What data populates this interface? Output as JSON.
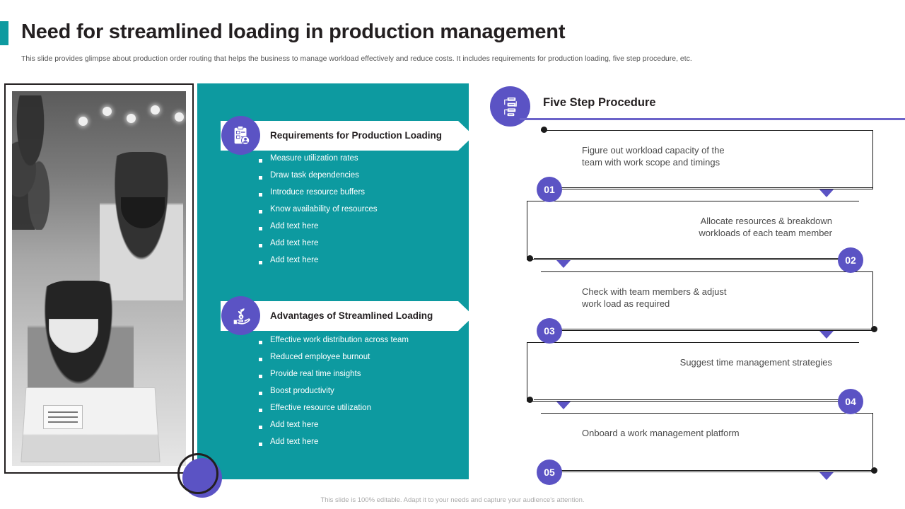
{
  "header": {
    "title": "Need for streamlined loading in production management",
    "subtitle": "This slide provides glimpse about production order routing that helps the business to manage workload effectively and reduce costs. It includes requirements for production loading, five step procedure, etc."
  },
  "colors": {
    "teal": "#0d9aa0",
    "purple": "#5b53c4",
    "rule": "#6b63c9",
    "dark": "#231f20",
    "white": "#ffffff"
  },
  "left_panel": {
    "photo_alt": "two colleagues wearing face masks working with a laptop",
    "banners": [
      {
        "icon": "clipboard-user-icon",
        "label": "Requirements for Production Loading",
        "bullets": [
          "Measure utilization rates",
          "Draw task dependencies",
          "Introduce resource buffers",
          "Know availability of resources",
          "Add text here",
          "Add text here",
          "Add text here"
        ]
      },
      {
        "icon": "hand-money-plant-icon",
        "label": "Advantages of Streamlined Loading",
        "bullets": [
          "Effective work distribution across team",
          "Reduced employee burnout",
          "Provide real time insights",
          "Boost productivity",
          "Effective resource utilization",
          "Add text here",
          "Add text here"
        ]
      }
    ]
  },
  "right_panel": {
    "icon": "flowchart-icon",
    "title": "Five Step Procedure",
    "steps": [
      {
        "number": "01",
        "text": "Figure out workload capacity of the\nteam with work scope and timings",
        "side": "left"
      },
      {
        "number": "02",
        "text": "Allocate resources & breakdown\nworkloads of each team member",
        "side": "right"
      },
      {
        "number": "03",
        "text": "Check with team members & adjust\nwork load as required",
        "side": "left"
      },
      {
        "number": "04",
        "text": "Suggest time management strategies",
        "side": "right"
      },
      {
        "number": "05",
        "text": "Onboard a work management platform",
        "side": "left"
      }
    ]
  },
  "footer": {
    "note": "This slide is 100% editable. Adapt it to your needs and capture your audience's attention."
  }
}
